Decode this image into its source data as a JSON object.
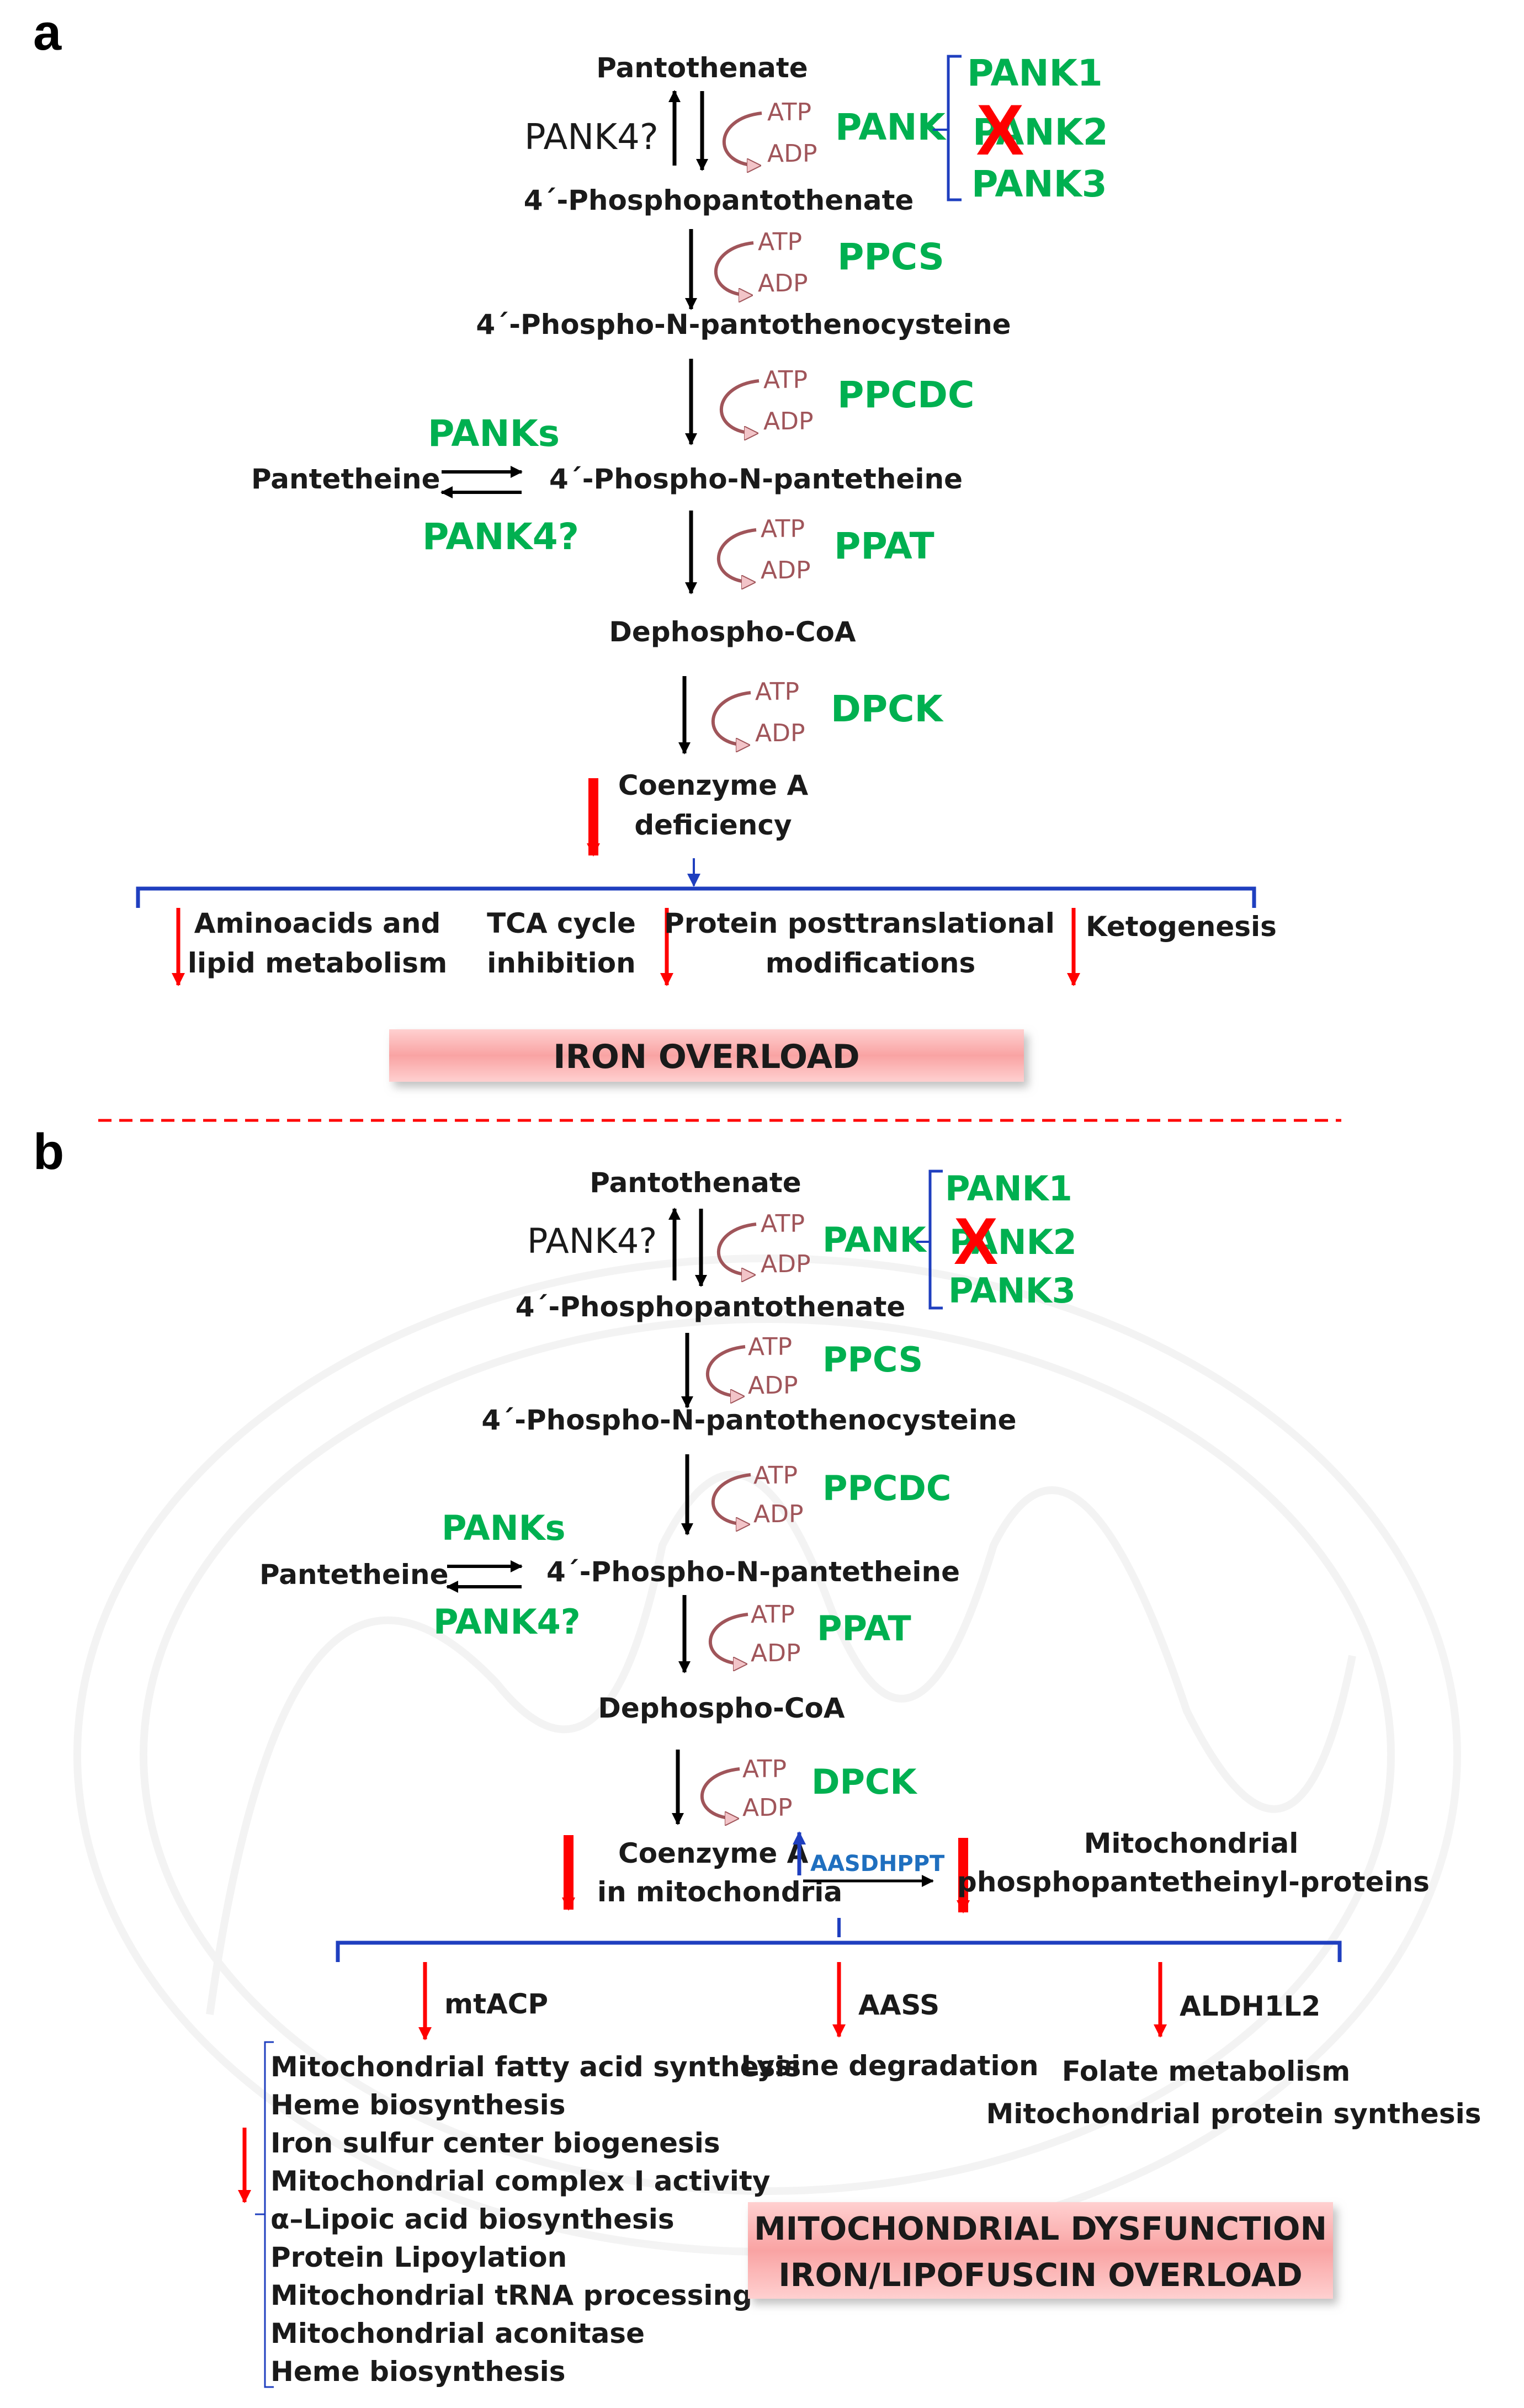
{
  "panel_a": {
    "label": "a",
    "pantothenate": "Pantothenate",
    "pank4q": "PANK4?",
    "pank": "PANK",
    "pank1": "PANK1",
    "pank2": "PANK2",
    "pank3": "PANK3",
    "atp": "ATP",
    "adp": "ADP",
    "phosphopantothenate": "4´-Phosphopantothenate",
    "ppcs": "PPCS",
    "phosphopantothenocysteine": "4´-Phospho-N-pantothenocysteine",
    "ppcdc": "PPCDC",
    "panks": "PANKs",
    "pantetheine": "Pantetheine",
    "phosphopantetheine": "4´-Phospho-N-pantetheine",
    "pank4q_side": "PANK4?",
    "ppat": "PPAT",
    "dephospho_coa": "Dephospho-CoA",
    "dpck": "DPCK",
    "coa_line1": "Coenzyme A",
    "coa_line2": "deficiency",
    "eff1_line1": "Aminoacids and",
    "eff1_line2": "lipid metabolism",
    "eff2_line1": "TCA cycle",
    "eff2_line2": "inhibition",
    "eff3_line1": "Protein posttranslational",
    "eff3_line2": "modifications",
    "eff4": "Ketogenesis",
    "iron_overload": "IRON OVERLOAD"
  },
  "panel_b": {
    "label": "b",
    "pantothenate": "Pantothenate",
    "pank4q": "PANK4?",
    "pank": "PANK",
    "pank1": "PANK1",
    "pank2": "PANK2",
    "pank3": "PANK3",
    "atp": "ATP",
    "adp": "ADP",
    "phosphopantothenate": "4´-Phosphopantothenate",
    "ppcs": "PPCS",
    "phosphopantothenocysteine": "4´-Phospho-N-pantothenocysteine",
    "ppcdc": "PPCDC",
    "panks": "PANKs",
    "pantetheine": "Pantetheine",
    "phosphopantetheine": "4´-Phospho-N-pantetheine",
    "pank4q_side": "PANK4?",
    "ppat": "PPAT",
    "dephospho_coa": "Dephospho-CoA",
    "dpck": "DPCK",
    "coa_line1": "Coenzyme A",
    "coa_line2": "in mitochondria",
    "aasdhppt": "AASDHPPT",
    "mito_line1": "Mitochondrial",
    "mito_line2": "phosphopantetheinyl-proteins",
    "mtacp": "mtACP",
    "aass": "AASS",
    "aldh": "ALDH1L2",
    "list": [
      "Mitochondrial fatty acid synthesis",
      "Heme biosynthesis",
      "Iron sulfur center biogenesis",
      "Mitochondrial complex I activity",
      "α–Lipoic acid biosynthesis",
      "Protein Lipoylation",
      "Mitochondrial  tRNA processing",
      "Mitochondrial aconitase",
      "Heme biosynthesis"
    ],
    "lysine": "Lysine degradation",
    "folate": "Folate metabolism",
    "mito_protein": "Mitochondrial protein synthesis",
    "dys_line1": "MITOCHONDRIAL DYSFUNCTION",
    "dys_line2": "IRON/LIPOFUSCIN OVERLOAD"
  },
  "colors": {
    "enzyme_green": "#00b050",
    "bracket_blue": "#1f3fbf",
    "arrow_red": "#ff0000",
    "atp_adp": "#a0555a",
    "box_fill": "#f9a3a3",
    "dash_red": "#ff0000"
  }
}
